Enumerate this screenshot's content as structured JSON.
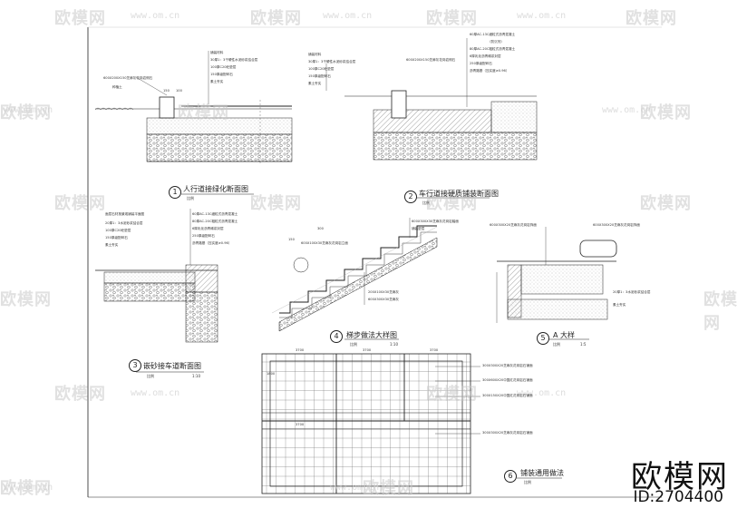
{
  "watermark": {
    "text": "欧模网",
    "site": "www.om.cn"
  },
  "brand": {
    "name": "欧模网",
    "id": "ID:2704400"
  },
  "details": [
    {
      "num": "1",
      "title": "人行道接绿化断面图",
      "scale": "比例"
    },
    {
      "num": "2",
      "title": "车行道接硬质铺装断面图",
      "scale": "比例"
    },
    {
      "num": "3",
      "title": "嵌砂接车道断面图",
      "scale": "比例",
      "ratio": "1:10"
    },
    {
      "num": "4",
      "title": "梯步做法大样图",
      "scale": "比例",
      "ratio": "1:10"
    },
    {
      "num": "5",
      "title": "A 大样",
      "scale": "比例",
      "ratio": "1:5"
    },
    {
      "num": "6",
      "title": "铺装通用做法",
      "scale": "比例"
    }
  ],
  "callouts": {
    "d1": [
      "600X200X150芝麻灰花岗岩侧石",
      "种植土",
      "铺装材料",
      "30厚1：3干硬性水泥砂浆结合层",
      "100厚C20砼垫层",
      "150厚级配碎石",
      "素土夯实"
    ],
    "d2": [
      "60厚AC-13C细粒式沥青混凝土",
      "（防沉剂）",
      "80厚AC-20C粗粒式沥青混凝土",
      "6厚乳化沥青稀浆封层",
      "250厚级配碎石",
      "沥青路基（压实度≥0.96）",
      "600X200X150芝麻灰花岗岩侧石",
      "铺装材料",
      "30厚1：3干硬性水泥砂浆结合层",
      "100厚C20砼垫层",
      "150厚级配碎石",
      "素土夯实"
    ],
    "d3": [
      "面层石材按景观铺装平面图",
      "60厚AC-13C细粒式沥青混凝土",
      "80厚AC-20C粗粒式沥青混凝土",
      "6厚乳化沥青稀浆封层",
      "250厚级配碎石",
      "沥青路基（压实度≥0.96）",
      "20厚1：3水泥砂浆结合层",
      "100厚C20砼垫层",
      "150厚级配碎石",
      "素土夯实"
    ],
    "d4": [
      "600X300X30芝麻灰花岗岩踏面",
      "600X100X30芝麻灰花岗岩立面",
      "铺装垫层",
      "200X100X30芝麻灰",
      "600X300X30芝麻灰"
    ],
    "d5": [
      "600X300X20芝麻灰花岗岩饰面",
      "600X300X20芝麻灰花岗岩饰面",
      "20厚1：3水泥砂浆结合层",
      "素土夯实"
    ],
    "d6": [
      "300X300X20芝麻灰花岗岩石铺面",
      "300X600X20中国红花岗岩石铺面",
      "300X150X20中国红花岗岩石铺面",
      "300X300X20芝麻灰花岗岩石铺面"
    ]
  },
  "dims": {
    "d1": [
      "150",
      "100"
    ],
    "d4": [
      "300",
      "150"
    ],
    "d6": [
      "3700",
      "3700",
      "3700",
      "3700",
      "1800"
    ]
  }
}
